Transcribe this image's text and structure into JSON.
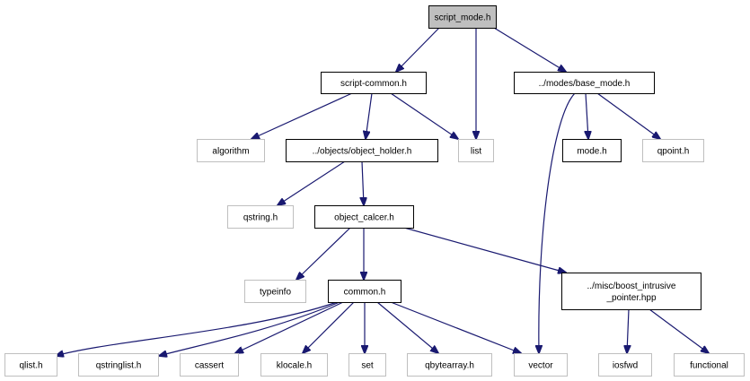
{
  "diagram": {
    "title": "script_mode.h include dependency graph",
    "colors": {
      "edge": "#191970",
      "root_fill": "#bfbfbf",
      "root_stroke": "#000000",
      "documented_stroke": "#000000",
      "external_stroke": "#bfbfbf",
      "node_fill": "#ffffff"
    },
    "nodes": [
      {
        "id": "script_mode",
        "label": [
          "script_mode.h"
        ],
        "kind": "root"
      },
      {
        "id": "script_common",
        "label": [
          "script-common.h"
        ],
        "kind": "documented"
      },
      {
        "id": "base_mode",
        "label": [
          "../modes/base_mode.h"
        ],
        "kind": "documented"
      },
      {
        "id": "algorithm",
        "label": [
          "algorithm"
        ],
        "kind": "external"
      },
      {
        "id": "object_holder",
        "label": [
          "../objects/object_holder.h"
        ],
        "kind": "documented"
      },
      {
        "id": "list",
        "label": [
          "list"
        ],
        "kind": "external"
      },
      {
        "id": "mode",
        "label": [
          "mode.h"
        ],
        "kind": "documented"
      },
      {
        "id": "qpoint",
        "label": [
          "qpoint.h"
        ],
        "kind": "external"
      },
      {
        "id": "qstring",
        "label": [
          "qstring.h"
        ],
        "kind": "external"
      },
      {
        "id": "object_calcer",
        "label": [
          "object_calcer.h"
        ],
        "kind": "documented"
      },
      {
        "id": "typeinfo",
        "label": [
          "typeinfo"
        ],
        "kind": "external"
      },
      {
        "id": "common",
        "label": [
          "common.h"
        ],
        "kind": "documented"
      },
      {
        "id": "boost_intrusive",
        "label": [
          "../misc/boost_intrusive",
          "_pointer.hpp"
        ],
        "kind": "documented"
      },
      {
        "id": "qlist",
        "label": [
          "qlist.h"
        ],
        "kind": "external"
      },
      {
        "id": "qstringlist",
        "label": [
          "qstringlist.h"
        ],
        "kind": "external"
      },
      {
        "id": "cassert",
        "label": [
          "cassert"
        ],
        "kind": "external"
      },
      {
        "id": "klocale",
        "label": [
          "klocale.h"
        ],
        "kind": "external"
      },
      {
        "id": "set",
        "label": [
          "set"
        ],
        "kind": "external"
      },
      {
        "id": "qbytearray",
        "label": [
          "qbytearray.h"
        ],
        "kind": "external"
      },
      {
        "id": "vector",
        "label": [
          "vector"
        ],
        "kind": "external"
      },
      {
        "id": "iosfwd",
        "label": [
          "iosfwd"
        ],
        "kind": "external"
      },
      {
        "id": "functional",
        "label": [
          "functional"
        ],
        "kind": "external"
      }
    ],
    "edges": [
      {
        "from": "script_mode",
        "to": "script_common"
      },
      {
        "from": "script_mode",
        "to": "list"
      },
      {
        "from": "script_mode",
        "to": "base_mode"
      },
      {
        "from": "script_common",
        "to": "algorithm"
      },
      {
        "from": "script_common",
        "to": "object_holder"
      },
      {
        "from": "script_common",
        "to": "list"
      },
      {
        "from": "base_mode",
        "to": "vector"
      },
      {
        "from": "base_mode",
        "to": "mode"
      },
      {
        "from": "base_mode",
        "to": "qpoint"
      },
      {
        "from": "object_holder",
        "to": "qstring"
      },
      {
        "from": "object_holder",
        "to": "object_calcer"
      },
      {
        "from": "object_calcer",
        "to": "typeinfo"
      },
      {
        "from": "object_calcer",
        "to": "common"
      },
      {
        "from": "object_calcer",
        "to": "boost_intrusive"
      },
      {
        "from": "common",
        "to": "qlist"
      },
      {
        "from": "common",
        "to": "qstringlist"
      },
      {
        "from": "common",
        "to": "cassert"
      },
      {
        "from": "common",
        "to": "klocale"
      },
      {
        "from": "common",
        "to": "set"
      },
      {
        "from": "common",
        "to": "qbytearray"
      },
      {
        "from": "common",
        "to": "vector"
      },
      {
        "from": "boost_intrusive",
        "to": "iosfwd"
      },
      {
        "from": "boost_intrusive",
        "to": "functional"
      }
    ]
  }
}
